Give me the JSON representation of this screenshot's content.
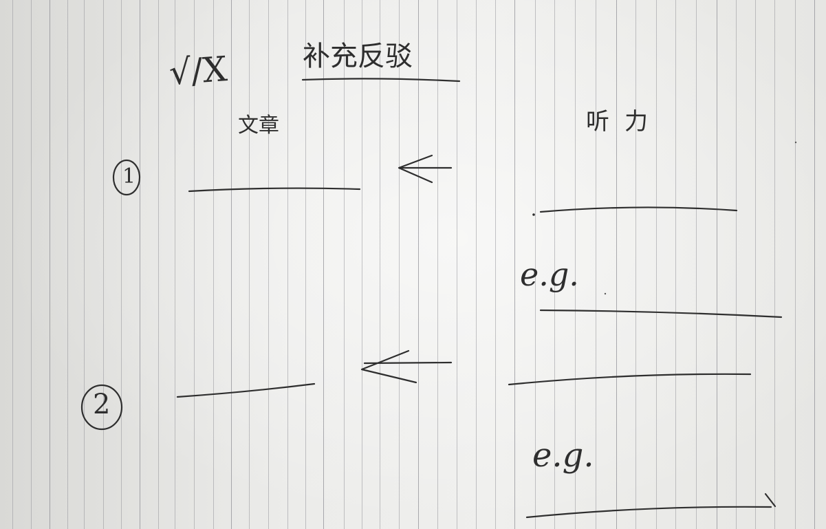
{
  "note": {
    "mark": "√/X",
    "title": "补充反驳",
    "left_heading": "文章",
    "right_heading": "听力",
    "point_1": "①",
    "point_2": "②",
    "example_1": "e.g.",
    "example_2": "e.g."
  },
  "colors": {
    "paper": "#ececea",
    "ruling": "#a0a0a6",
    "ink": "#2e2e2e"
  }
}
